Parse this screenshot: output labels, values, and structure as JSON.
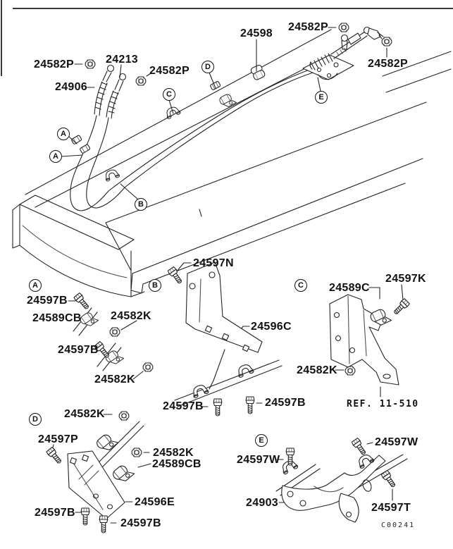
{
  "diagram": {
    "figure_code": "C00241",
    "reference_note": "REF. 11-510",
    "part_labels": [
      {
        "text": "24582P"
      },
      {
        "text": "24213"
      },
      {
        "text": "24906"
      },
      {
        "text": "24582P"
      },
      {
        "text": "24598"
      },
      {
        "text": "24582P"
      },
      {
        "text": "24582P"
      },
      {
        "text": "24597B"
      },
      {
        "text": "24589CB"
      },
      {
        "text": "24582K"
      },
      {
        "text": "24597B"
      },
      {
        "text": "24582K"
      },
      {
        "text": "24597N"
      },
      {
        "text": "24596C"
      },
      {
        "text": "24597B"
      },
      {
        "text": "24597B"
      },
      {
        "text": "24589C"
      },
      {
        "text": "24597K"
      },
      {
        "text": "24582K"
      },
      {
        "text": "24582K"
      },
      {
        "text": "24597P"
      },
      {
        "text": "24582K"
      },
      {
        "text": "24589CB"
      },
      {
        "text": "24596E"
      },
      {
        "text": "24597B"
      },
      {
        "text": "24597B"
      },
      {
        "text": "24597W"
      },
      {
        "text": "24597W"
      },
      {
        "text": "24903"
      },
      {
        "text": "24597T"
      }
    ],
    "callouts": [
      {
        "letter": "A"
      },
      {
        "letter": "A"
      },
      {
        "letter": "B"
      },
      {
        "letter": "C"
      },
      {
        "letter": "D"
      },
      {
        "letter": "E"
      },
      {
        "letter": "A"
      },
      {
        "letter": "B"
      },
      {
        "letter": "C"
      },
      {
        "letter": "D"
      },
      {
        "letter": "E"
      }
    ]
  }
}
